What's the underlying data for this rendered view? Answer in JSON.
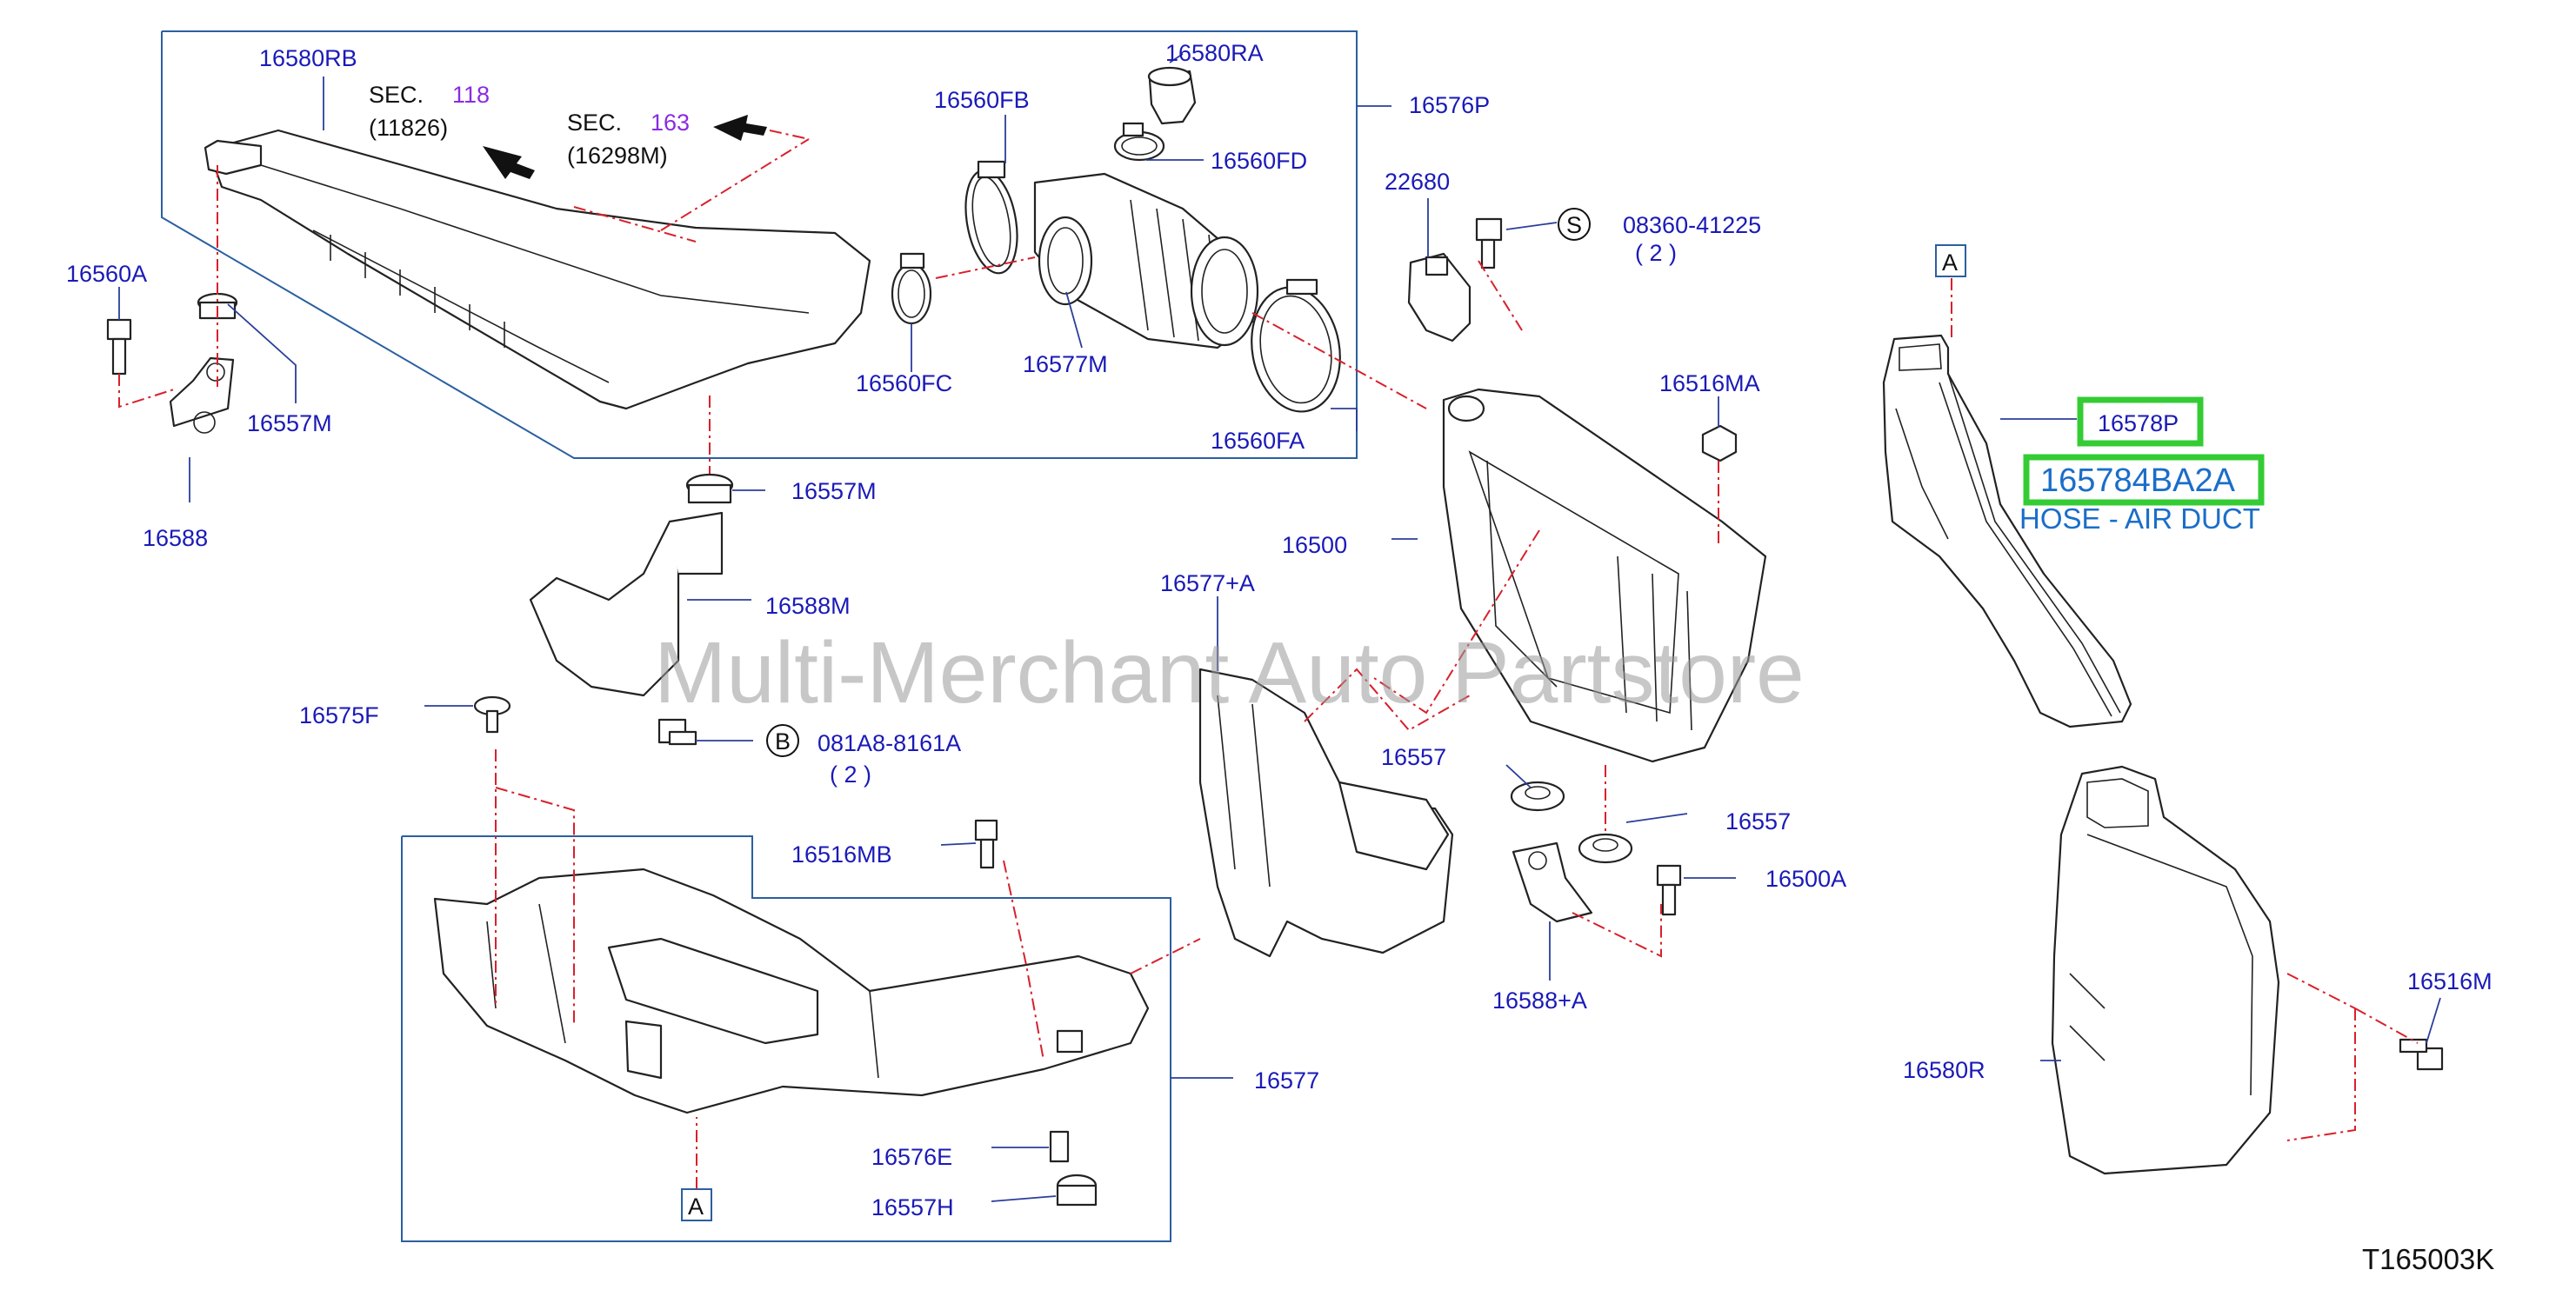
{
  "watermark": "Multi-Merchant Auto Partstore",
  "diagram_code": "T165003K",
  "highlight": {
    "part_number": "16578P",
    "catalog_number": "165784BA2A",
    "description": "HOSE - AIR DUCT"
  },
  "section_refs": [
    {
      "prefix": "SEC.",
      "number": "118",
      "sub": "(11826)"
    },
    {
      "prefix": "SEC.",
      "number": "163",
      "sub": "(16298M)"
    }
  ],
  "callouts": {
    "s_code": "08360-41225",
    "s_qty": "( 2 )",
    "s_letter": "S",
    "b_code": "081A8-8161A",
    "b_qty": "( 2 )",
    "b_letter": "B",
    "ref_a": "A"
  },
  "labels": {
    "p16580RB": "16580RB",
    "p16580RA": "16580RA",
    "p16576P": "16576P",
    "p16560FB": "16560FB",
    "p16560FD": "16560FD",
    "p16560A": "16560A",
    "p16557M_top": "16557M",
    "p16588": "16588",
    "p16560FC": "16560FC",
    "p16577M": "16577M",
    "p16560FA": "16560FA",
    "p22680": "22680",
    "p16516MA": "16516MA",
    "p16557M_mid": "16557M",
    "p16588M": "16588M",
    "p16500": "16500",
    "p16577A": "16577+A",
    "p16575F": "16575F",
    "p16557_left": "16557",
    "p16557_right": "16557",
    "p16516MB": "16516MB",
    "p16500A": "16500A",
    "p16588A": "16588+A",
    "p16577": "16577",
    "p16576E": "16576E",
    "p16557H": "16557H",
    "p16516M": "16516M",
    "p16580R": "16580R"
  },
  "colors": {
    "label_blue": "#1a1ab8",
    "highlight_green": "#34cc34",
    "leader_dash_red": "#d8212b",
    "frame_blue": "#2b5fa0",
    "section_purple": "#8a2be2"
  }
}
